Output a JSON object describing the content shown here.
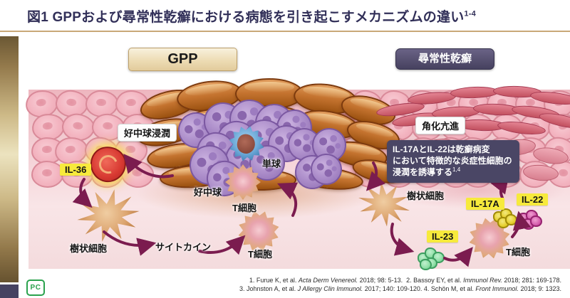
{
  "title": {
    "text": "図1 GPPおよび尋常性乾癬における病態を引き起こすメカニズムの違い",
    "sup": "1-4"
  },
  "panels": {
    "gpp_label": "GPP",
    "psoriasis_label": "尋常性乾癬"
  },
  "gpp_side": {
    "neutrophil_infiltration": "好中球浸潤",
    "il36": "IL-36",
    "monocyte": "単球",
    "neutrophil": "好中球",
    "t_cell_upper": "T細胞",
    "t_cell_lower": "T細胞",
    "dendritic_cell": "樹状細胞",
    "cytokine": "サイトカイン"
  },
  "psoriasis_side": {
    "hyperkeratosis": "角化亢進",
    "info_line1": "IL-17AとIL-22は乾癬病変",
    "info_line2": "において特徴的な炎症性細胞の",
    "info_line3": "浸潤を誘導する",
    "info_sup": "1,4",
    "dendritic_cell": "樹状細胞",
    "il17a": "IL-17A",
    "il22": "IL-22",
    "il23": "IL-23",
    "t_cell": "T細胞"
  },
  "references": {
    "line1": [
      {
        "t": "1. Furue K, et al. "
      },
      {
        "t": "Acta Derm Venereol.",
        "i": true
      },
      {
        "t": " 2018; 98: 5-13.  2. Bassoy EY, et al. "
      },
      {
        "t": "Immunol Rev.",
        "i": true
      },
      {
        "t": " 2018; 281: 169-178."
      }
    ],
    "line2": [
      {
        "t": "3. Johnston A, et al. "
      },
      {
        "t": "J Allergy Clin Immunol.",
        "i": true
      },
      {
        "t": " 2017; 140: 109-120. 4. Schön M, et al. "
      },
      {
        "t": "Front Immunol.",
        "i": true
      },
      {
        "t": " 2018; 9: 1323."
      }
    ]
  },
  "logo": {
    "text": "PC"
  },
  "colors": {
    "accent_gold": "#C9A878",
    "title_navy": "#312F58",
    "arrow_maroon": "#7B1C4F",
    "tag_yellow": "#F7EA3C",
    "info_box_bg": "#4A4665",
    "psoriasis_header_bg": "#56506E",
    "gpp_header_bg": "#EDDCB4",
    "logo_green": "#2AA24D"
  }
}
